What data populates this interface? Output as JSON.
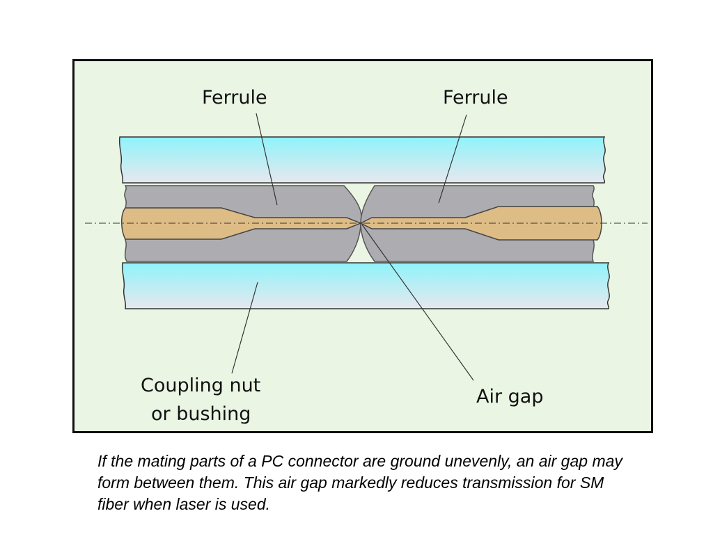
{
  "diagram": {
    "labels": {
      "ferrule_left": "Ferrule",
      "ferrule_right": "Ferrule",
      "coupling_line1": "Coupling nut",
      "coupling_line2": "or bushing",
      "air_gap": "Air gap"
    },
    "colors": {
      "panel_bg": "#eaf5e4",
      "panel_border": "#111111",
      "bushing_top": "#8ff3fa",
      "bushing_bottom": "#e6e8ee",
      "ferrule_gray": "#acacb1",
      "fiber_tan": "#ddbc86",
      "outline": "#333333"
    }
  },
  "caption": "If the mating parts of a PC connector are ground unevenly, an air gap may form between them. This air gap markedly reduces transmission for SM fiber when laser is used."
}
